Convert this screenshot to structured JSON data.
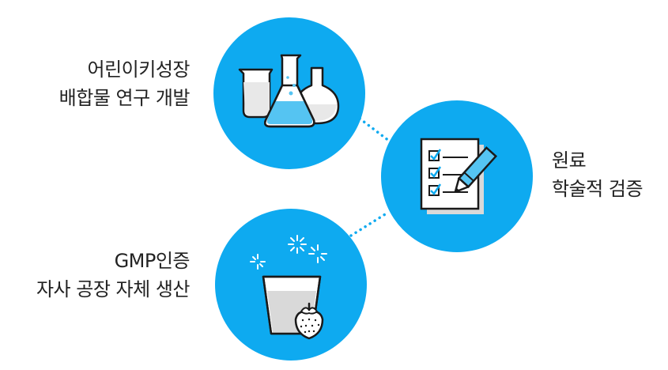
{
  "colors": {
    "circle": "#0eaaf0",
    "dots": "#0eaaf0",
    "outline": "#1a1a1a",
    "liquid": "#55c4f2",
    "paper": "#ffffff",
    "paper_shadow": "#d9d9d9"
  },
  "items": [
    {
      "id": "formula",
      "icon": "lab-flasks-icon",
      "lines": [
        "어린이키성장",
        "배합물 연구 개발"
      ]
    },
    {
      "id": "verification",
      "icon": "checklist-pencil-icon",
      "lines": [
        "원료",
        "학술적 검증"
      ]
    },
    {
      "id": "production",
      "icon": "strawberry-drink-icon",
      "lines": [
        "GMP인증",
        "자사 공장 자체 생산"
      ]
    }
  ]
}
